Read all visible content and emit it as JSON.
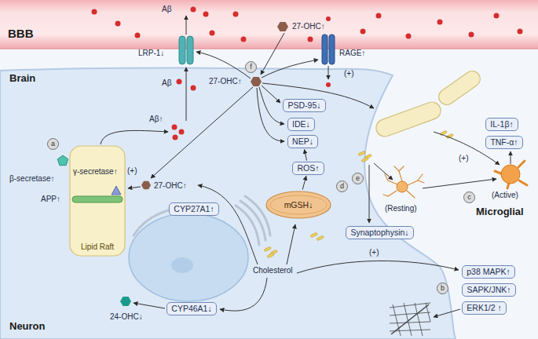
{
  "diagram": {
    "nodes": [
      {
        "text": [
          "Lipid Raft"
        ]
      },
      {
        "text": [
          "PSD-95↓"
        ]
      },
      {
        "text": [
          "IDE↓"
        ]
      },
      {
        "text": [
          "NEP↓"
        ]
      },
      {
        "text": [
          "ROS↑"
        ]
      },
      {
        "text": [
          "mGSH↓"
        ]
      },
      {
        "text": [
          "CYP27A1↑"
        ]
      },
      {
        "text": [
          "IL-1β↑"
        ]
      },
      {
        "text": [
          "TNF-α↑"
        ]
      },
      {
        "text": [
          "Synaptophysin↓"
        ]
      },
      {
        "text": [
          "CYP46A1↓"
        ]
      },
      {
        "text": [
          "p38 MAPK↑"
        ]
      },
      {
        "text": [
          "SAPK/JNK↑"
        ]
      },
      {
        "text": [
          "ERK1/2 ↑"
        ]
      }
    ],
    "edges": [
      {
        "from": 5,
        "to": 4,
        "arrow": "to"
      },
      {
        "from": 4,
        "to": 3,
        "arrow": "to"
      }
    ],
    "labels": [
      "BBB",
      "Brain",
      "Aβ",
      "LRP-1↓",
      "Aβ",
      "Aβ↑",
      "27-OHC↑",
      "RAGE↑",
      "(+)",
      "f",
      "27-OHC↑",
      "27-OHC↑",
      "(+)",
      "a",
      "β-secretase↑",
      "APP↑",
      "γ-secretase↑",
      "d",
      "Cholesterol",
      "24-OHC↓",
      "Neuron",
      "(+)",
      "b",
      "e",
      "(+)",
      "c",
      "(Active)",
      "(Resting)",
      "Microglial"
    ]
  }
}
